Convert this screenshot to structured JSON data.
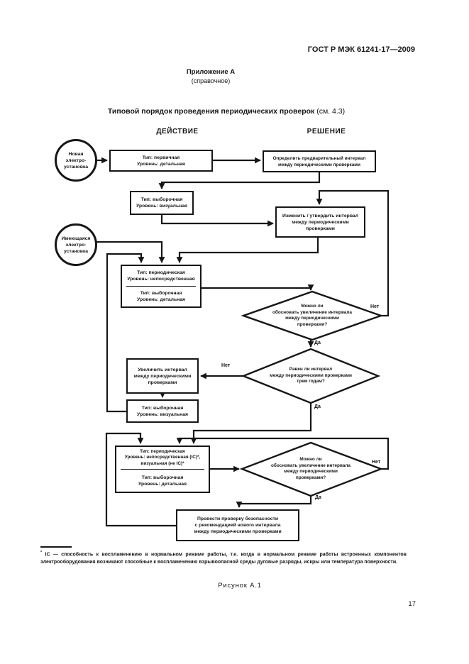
{
  "doc": {
    "standard_ref": "ГОСТ Р МЭК 61241-17—2009",
    "appendix": {
      "title": "Приложение А",
      "subtitle": "(справочное)"
    },
    "figure_title": "Типовой порядок проведения периодических проверок",
    "figure_title_ref": " (см. 4.3)",
    "columns": {
      "action": "ДЕЙСТВИЕ",
      "decision": "РЕШЕНИЕ"
    },
    "footnote": {
      "marker": "*",
      "text": " IC — способность к воспламенению в нормальном режиме работы, т.е. когда в нормальном режиме работы встроенных компонентов электрооборудования возникают способные к воспламенению взрывоопасной среды дуговые разряды, искры или температура поверхности."
    },
    "figure_caption": "Рисунок А.1",
    "page_number": "17"
  },
  "flowchart": {
    "nodes": {
      "new_installation": "Новая\nэлектро-\nустановка",
      "existing_installation": "Имеющаяся\nэлектро-\nустановка",
      "initial_detailed": "Тип: первичная\nУровень: детальная",
      "define_interval": "Определить предварительный интервал\nмежду периодическими проверками",
      "sample_visual_1": "Тип: выборочная\nУровень: визуальная",
      "change_interval": "Изменить / утвердить интервал\nмежду периодическими\nпроверками",
      "periodic_close_top": "Тип: периодическая\nУровень: непосредственная",
      "periodic_close_bottom": "Тип: выборочная\nУровень: детальная",
      "justify_increase_1": "Можно ли\nобосновать увеличение интервала\nмежду периодическими\nпроверками?",
      "increase_interval": "Увеличить интервал\nмежду периодическими\nпроверками",
      "sample_visual_2": "Тип: выборочная\nУровень: визуальная",
      "three_years": "Равен ли интервал\nмежду периодическими проверками\nтрем годам?",
      "periodic_ic_top": "Тип: периодическая\nУровень: непосредственная (IC)*,\nвизуальная (не IC)*",
      "periodic_ic_bottom": "Тип: выборочная\nУровень: детальная",
      "justify_increase_2": "Можно ли\nобосновать увеличение интервала\nмежду периодическими\nпроверками?",
      "safety_check": "Провести проверку безопасности\nс рекомендацией нового интервала\nмежду периодическими проверками"
    },
    "labels": {
      "yes": "Да",
      "no": "Нет"
    },
    "colors": {
      "ink": "#161616",
      "paper": "#ffffff"
    }
  }
}
